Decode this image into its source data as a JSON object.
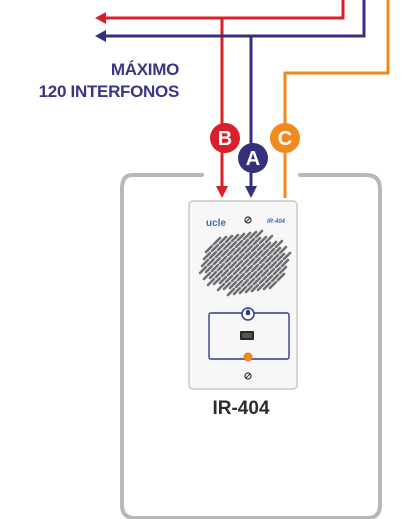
{
  "diagram": {
    "limit_line1": "MÁXIMO",
    "limit_line2": "120 INTERFONOS",
    "badges": [
      {
        "letter": "B",
        "color": "#d81f2a"
      },
      {
        "letter": "A",
        "color": "#34307d"
      },
      {
        "letter": "C",
        "color": "#ef8a1e"
      }
    ],
    "wire_colors": {
      "red": "#d81f2a",
      "blue": "#34307d",
      "orange": "#ef8a1e"
    },
    "device": {
      "brand": "ucle",
      "model_badge": "IR-404",
      "model_label": "IR-404"
    }
  }
}
